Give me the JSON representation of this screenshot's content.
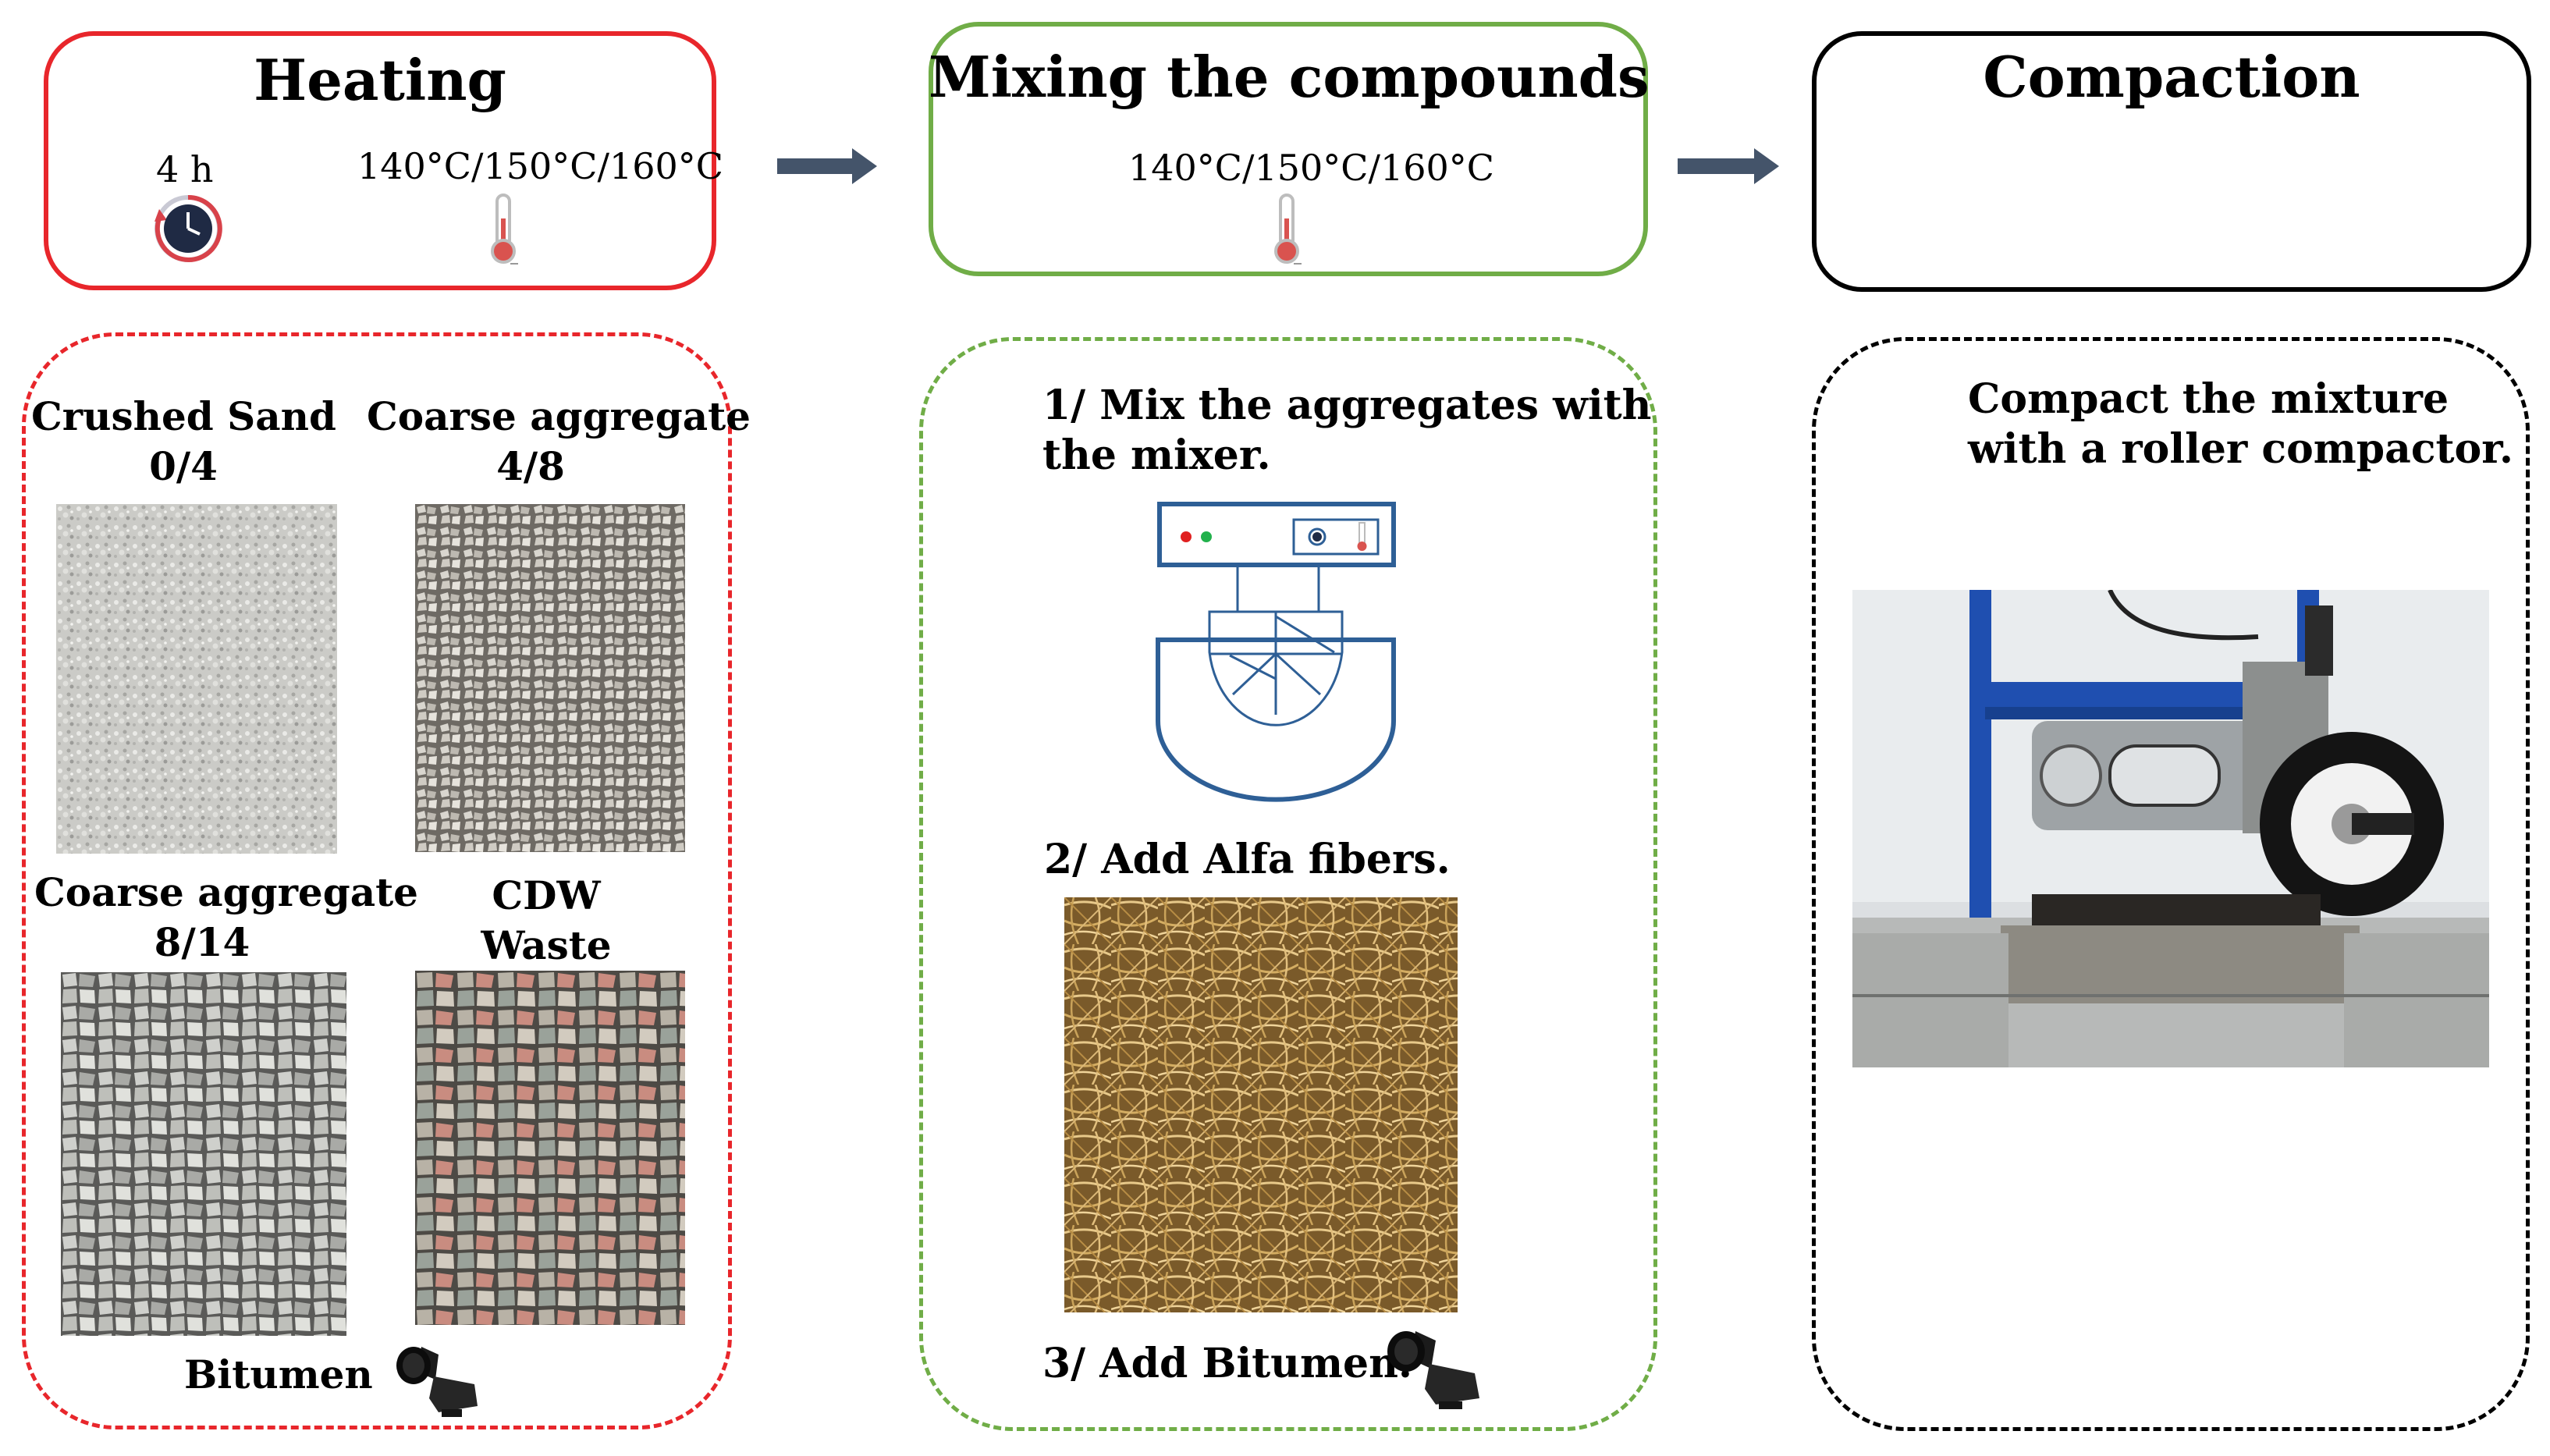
{
  "heating": {
    "title": "Heating",
    "time": "4 h",
    "temperatures": "140°C/150°C/160°C",
    "materials": [
      {
        "name": "Crushed Sand",
        "size": "0/4"
      },
      {
        "name": "Coarse aggregate",
        "size": "4/8"
      },
      {
        "name": "Coarse aggregate",
        "size": "8/14"
      },
      {
        "name": "CDW",
        "size": "Waste"
      }
    ],
    "bitumen_label": "Bitumen"
  },
  "mixing": {
    "title": "Mixing the compounds",
    "temperatures": "140°C/150°C/160°C",
    "step1_line1": "1/ Mix the aggregates with",
    "step1_line2": "the mixer.",
    "step2": "2/ Add Alfa fibers.",
    "step3": "3/ Add Bitumen."
  },
  "compaction": {
    "title": "Compaction",
    "desc_line1": "Compact the mixture",
    "desc_line2": "with a roller compactor."
  },
  "colors": {
    "heating_border": "#e8262b",
    "mixing_border": "#70ad47",
    "compaction_border": "#000000",
    "arrow": "#44546a",
    "mixer": "#2e5f96"
  }
}
